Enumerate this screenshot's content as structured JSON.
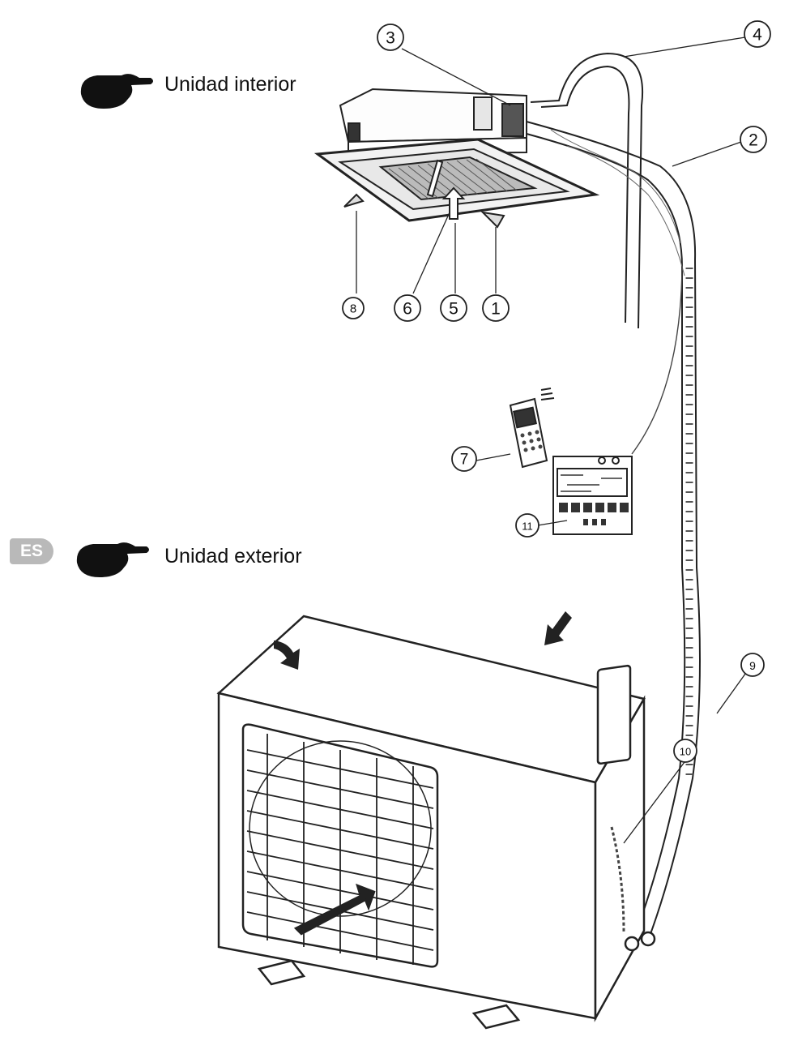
{
  "headings": {
    "indoor": "Unidad interior",
    "outdoor": "Unidad exterior"
  },
  "language_tag": "ES",
  "callouts": [
    "1",
    "2",
    "3",
    "4",
    "5",
    "6",
    "7",
    "8",
    "9",
    "10",
    "11"
  ],
  "icons": [
    "pointing-hand-icon",
    "pointing-hand-icon"
  ]
}
